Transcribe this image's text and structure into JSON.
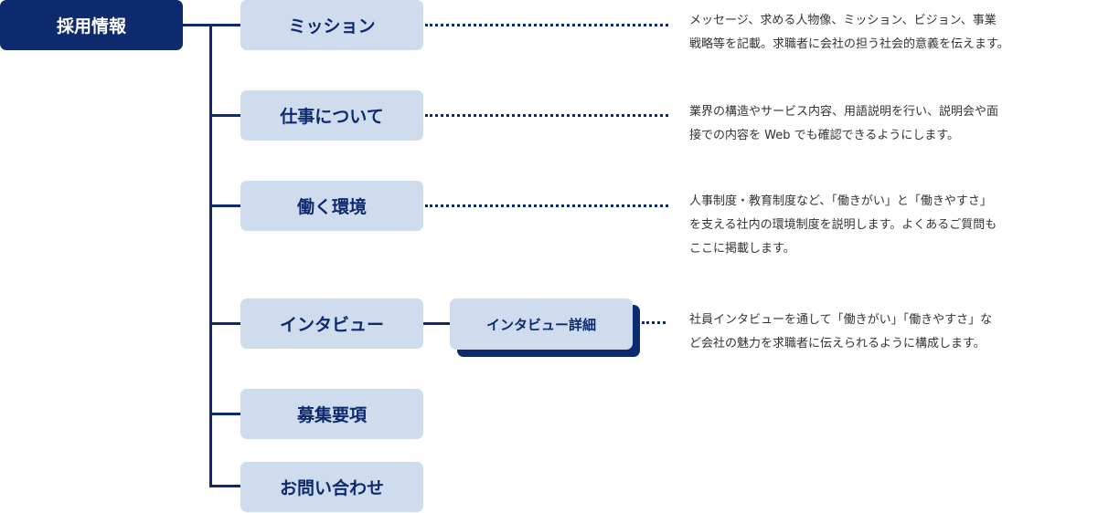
{
  "root": {
    "label": "採用情報"
  },
  "nodes": [
    {
      "label": "ミッション",
      "description": [
        "メッセージ、求める人物像、ミッション、ビジョン、事業",
        "戦略等を記載。求職者に会社の担う社会的意義を伝えます。"
      ]
    },
    {
      "label": "仕事について",
      "description": [
        "業界の構造やサービス内容、用語説明を行い、説明会や面",
        "接での内容を Web でも確認できるようにします。"
      ]
    },
    {
      "label": "働く環境",
      "description": [
        "人事制度・教育制度など、「働きがい」と「働きやすさ」",
        "を支える社内の環境制度を説明します。よくあるご質問も",
        "ここに掲載します。"
      ]
    },
    {
      "label": "インタビュー",
      "child": "インタビュー詳細",
      "description": [
        "社員インタビューを通して「働きがい」「働きやすさ」な",
        "ど会社の魅力を求職者に伝えられるように構成します。"
      ]
    },
    {
      "label": "募集要項"
    },
    {
      "label": "お問い合わせ"
    }
  ],
  "colors": {
    "primary": "#0e2a6e",
    "node_fill": "#cfdcee",
    "text": "#333333",
    "background": "#ffffff"
  }
}
